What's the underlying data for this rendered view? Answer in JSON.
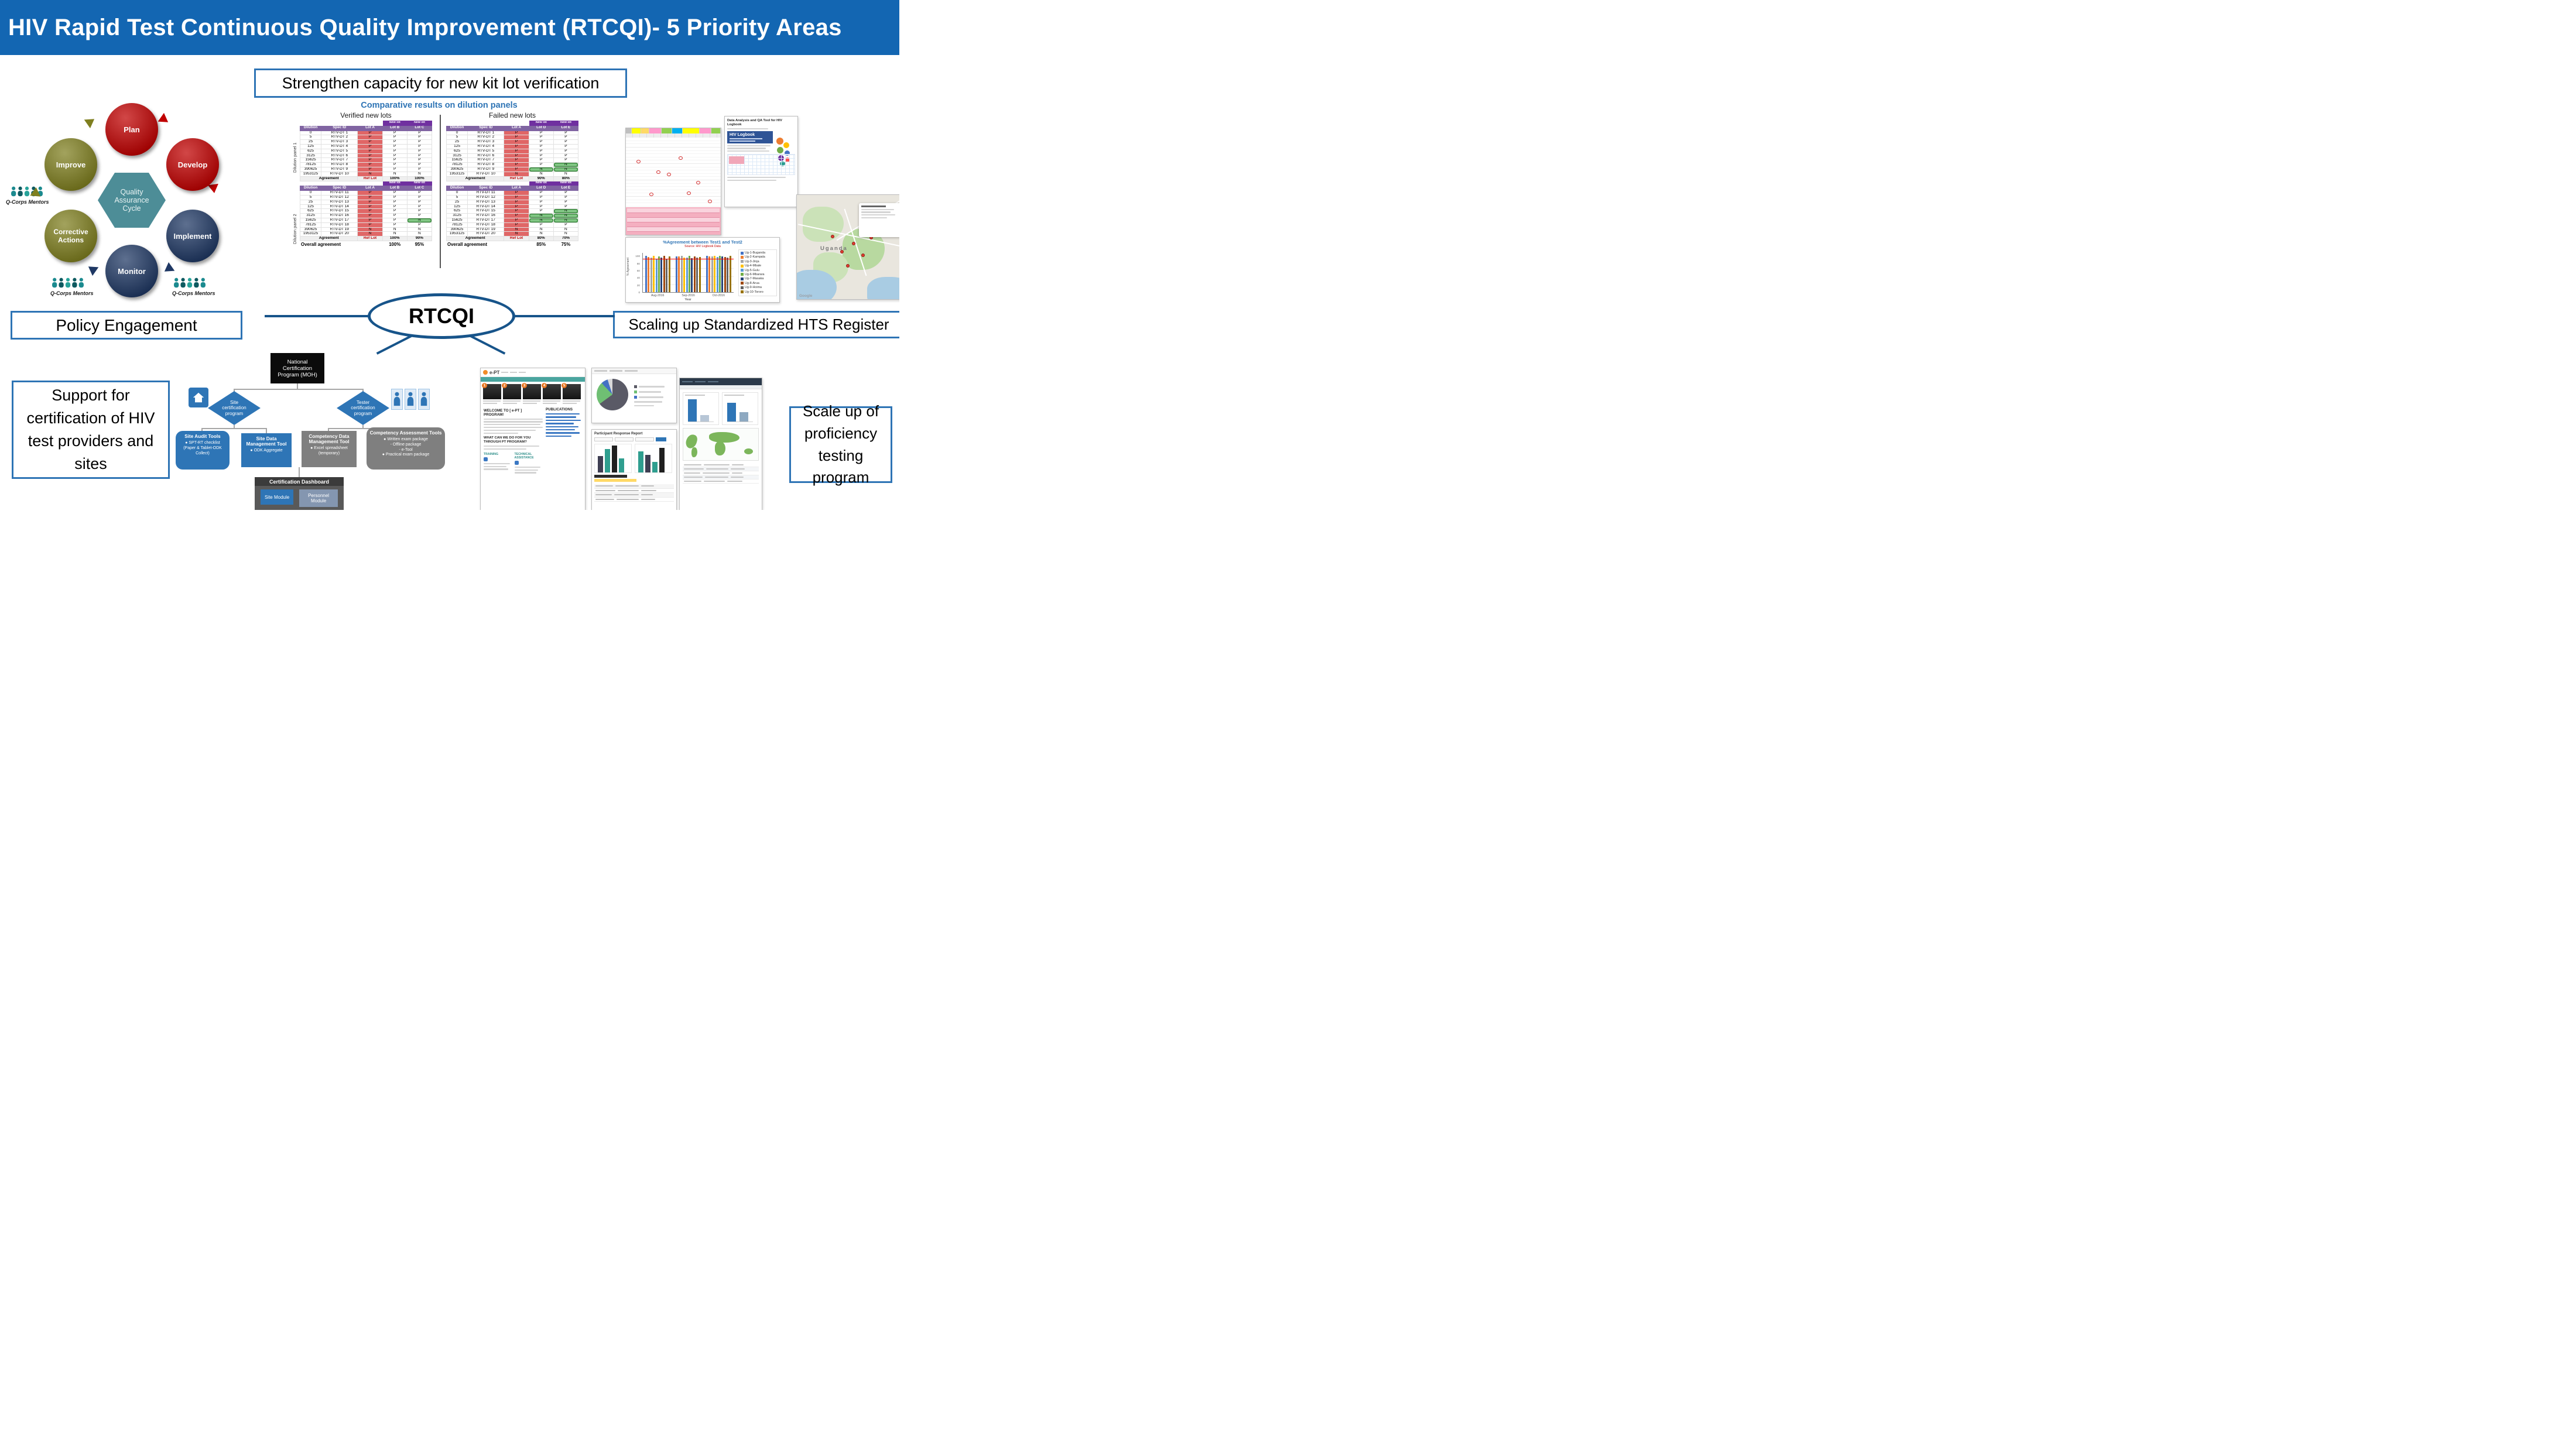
{
  "header": {
    "title": "HIV Rapid Test Continuous Quality Improvement (RTCQI)- 5 Priority Areas"
  },
  "colors": {
    "banner": "#1366B2",
    "box_border": "#2E74B5",
    "connector": "#17548A"
  },
  "center_label": "RTCQI",
  "priority_areas": {
    "kit_lot": "Strengthen capacity for new kit lot verification",
    "policy": "Policy Engagement",
    "hts_register": "Scaling up Standardized HTS Register",
    "certification": "Support for certification of HIV test providers and sites",
    "proficiency": "Scale up of proficiency testing program"
  },
  "qa_cycle": {
    "center_label": "Quality Assurance Cycle",
    "mentor_label": "Q-Corps Mentors",
    "stages": [
      {
        "label": "Plan",
        "color": "#C00000"
      },
      {
        "label": "Develop",
        "color": "#C00000"
      },
      {
        "label": "Implement",
        "color": "#1F3864"
      },
      {
        "label": "Monitor",
        "color": "#1F3864"
      },
      {
        "label": "Corrective Actions",
        "color": "#7F7F1F"
      },
      {
        "label": "Improve",
        "color": "#7F7F1F"
      }
    ]
  },
  "dilution": {
    "title": "Comparative results on dilution panels",
    "panel_labels": [
      "Dilution panel 1",
      "Dilution panel 2"
    ],
    "new_lot_tag": "New lot",
    "tables": [
      {
        "name": "Verified new lots",
        "columns": [
          "Dilution",
          "Spec ID",
          "Lot A",
          "Lot B",
          "Lot C"
        ],
        "panels": [
          {
            "rows": [
              [
                "0",
                "RTV-DT 1",
                "P",
                "P",
                "P"
              ],
              [
                "5",
                "RTV-DT 2",
                "P",
                "P",
                "P"
              ],
              [
                "25",
                "RTV-DT 3",
                "P",
                "P",
                "P"
              ],
              [
                "125",
                "RTV-DT 4",
                "P",
                "P",
                "P"
              ],
              [
                "625",
                "RTV-DT 5",
                "P",
                "P",
                "P"
              ],
              [
                "3125",
                "RTV-DT 6",
                "P",
                "P",
                "P"
              ],
              [
                "15625",
                "RTV-DT 7",
                "P",
                "P",
                "P"
              ],
              [
                "78125",
                "RTV-DT 8",
                "P",
                "P",
                "P"
              ],
              [
                "390625",
                "RTV-DT 9",
                "P",
                "P",
                "P"
              ],
              [
                "1953125",
                "RTV-DT 10",
                "N",
                "N",
                "N"
              ]
            ],
            "agreement": [
              "Agreement",
              "Ref Lot",
              "100%",
              "100%"
            ]
          },
          {
            "rows": [
              [
                "0",
                "RTV-DT 11",
                "P",
                "P",
                "P"
              ],
              [
                "5",
                "RTV-DT 12",
                "P",
                "P",
                "P"
              ],
              [
                "25",
                "RTV-DT 13",
                "P",
                "P",
                "P"
              ],
              [
                "125",
                "RTV-DT 14",
                "P",
                "P",
                "P"
              ],
              [
                "625",
                "RTV-DT 15",
                "P",
                "P",
                "P"
              ],
              [
                "3125",
                "RTV-DT 16",
                "P",
                "P",
                "P"
              ],
              [
                "15625",
                "RTV-DT 17",
                "P",
                "P",
                "N"
              ],
              [
                "78125",
                "RTV-DT 18",
                "P",
                "P",
                "P"
              ],
              [
                "390625",
                "RTV-DT 19",
                "N",
                "N",
                "N"
              ],
              [
                "1953125",
                "RTV-DT 20",
                "N",
                "N",
                "N"
              ]
            ],
            "agreement": [
              "Agreement",
              "Ref Lot",
              "100%",
              "90%"
            ]
          }
        ],
        "highlights": [
          [
            1,
            6,
            4
          ]
        ],
        "overall": [
          "Overall agreement",
          "100%",
          "95%"
        ]
      },
      {
        "name": "Failed new lots",
        "columns": [
          "Dilution",
          "Spec ID",
          "Lot A",
          "Lot D",
          "Lot E"
        ],
        "panels": [
          {
            "rows": [
              [
                "0",
                "RTV-DT 1",
                "P",
                "P",
                "P"
              ],
              [
                "5",
                "RTV-DT 2",
                "P",
                "P",
                "P"
              ],
              [
                "25",
                "RTV-DT 3",
                "P",
                "P",
                "P"
              ],
              [
                "125",
                "RTV-DT 4",
                "P",
                "P",
                "P"
              ],
              [
                "625",
                "RTV-DT 5",
                "P",
                "P",
                "P"
              ],
              [
                "3125",
                "RTV-DT 6",
                "P",
                "P",
                "P"
              ],
              [
                "15625",
                "RTV-DT 7",
                "P",
                "P",
                "P"
              ],
              [
                "78125",
                "RTV-DT 8",
                "P",
                "P",
                "N"
              ],
              [
                "390625",
                "RTV-DT 9",
                "P",
                "N",
                "N"
              ],
              [
                "1953125",
                "RTV-DT 10",
                "N",
                "N",
                "N"
              ]
            ],
            "agreement": [
              "Agreement",
              "Ref Lot",
              "90%",
              "80%"
            ]
          },
          {
            "rows": [
              [
                "0",
                "RTV-DT 11",
                "P",
                "P",
                "P"
              ],
              [
                "5",
                "RTV-DT 12",
                "P",
                "P",
                "P"
              ],
              [
                "25",
                "RTV-DT 13",
                "P",
                "P",
                "P"
              ],
              [
                "125",
                "RTV-DT 14",
                "P",
                "P",
                "P"
              ],
              [
                "625",
                "RTV-DT 15",
                "P",
                "P",
                "N"
              ],
              [
                "3125",
                "RTV-DT 16",
                "P",
                "N",
                "N"
              ],
              [
                "15625",
                "RTV-DT 17",
                "P",
                "N",
                "N"
              ],
              [
                "78125",
                "RTV-DT 18",
                "P",
                "P",
                "P"
              ],
              [
                "390625",
                "RTV-DT 19",
                "N",
                "N",
                "N"
              ],
              [
                "1953125",
                "RTV-DT 20",
                "N",
                "N",
                "N"
              ]
            ],
            "agreement": [
              "Agreement",
              "Ref Lot",
              "80%",
              "70%"
            ]
          }
        ],
        "highlights": [
          [
            0,
            7,
            4
          ],
          [
            0,
            8,
            3
          ],
          [
            0,
            8,
            4
          ],
          [
            1,
            4,
            4
          ],
          [
            1,
            5,
            3
          ],
          [
            1,
            5,
            4
          ],
          [
            1,
            6,
            3
          ],
          [
            1,
            6,
            4
          ]
        ],
        "overall": [
          "Overall agreement",
          "85%",
          "75%"
        ]
      }
    ]
  },
  "hts_panel": {
    "doc_title": "Data Analysis and QA Tool for HIV Logbook",
    "doc_banner": "HIV Logbook",
    "map_label": "Uganda",
    "map_watermark": "Google",
    "chart": {
      "type": "bar",
      "title": "%Agreement between Test1 and Test2",
      "subtitle": "Source: HIV Logbook Data",
      "xlabel": "Year",
      "ylabel": "% Agreement",
      "x": [
        "Aug-2016",
        "Sep-2016",
        "Oct-2016"
      ],
      "ylim": [
        0,
        110
      ],
      "yticks": [
        0,
        20,
        40,
        60,
        80,
        100
      ],
      "threshold": 90,
      "legend_position": "right",
      "series": [
        {
          "name": "Ug-1-Buganda",
          "color": "#4472C4",
          "values": [
            100,
            98,
            100
          ]
        },
        {
          "name": "Ug-2-Kampala",
          "color": "#ED7D31",
          "values": [
            97,
            99,
            98
          ]
        },
        {
          "name": "Ug-3-Jinja",
          "color": "#A5A5A5",
          "values": [
            95,
            100,
            99
          ]
        },
        {
          "name": "Ug-4-Mbale",
          "color": "#FFC000",
          "values": [
            100,
            96,
            100
          ]
        },
        {
          "name": "Ug-5-Gulu",
          "color": "#5B9BD5",
          "values": [
            92,
            95,
            97
          ]
        },
        {
          "name": "Ug-6-Mbarara",
          "color": "#70AD47",
          "values": [
            99,
            100,
            100
          ]
        },
        {
          "name": "Ug-7-Masaka",
          "color": "#264478",
          "values": [
            96,
            94,
            98
          ]
        },
        {
          "name": "Ug-8-Arua",
          "color": "#9E480E",
          "values": [
            100,
            99,
            97
          ]
        },
        {
          "name": "Ug-9-Hoima",
          "color": "#636363",
          "values": [
            93,
            96,
            95
          ]
        },
        {
          "name": "Ug-10-Tororo",
          "color": "#997300",
          "values": [
            98,
            97,
            100
          ]
        }
      ]
    }
  },
  "certification_flow": {
    "national": "National Certification Program (MOH)",
    "site_program": "Site certification program",
    "tester_program": "Tester certification program",
    "site_audit": {
      "title": "Site Audit Tools",
      "items": [
        "● SPT-RT checklist",
        "(Paper & Tablet-ODK Collect)"
      ]
    },
    "site_data": {
      "title": "Site Data Management Tool",
      "items": [
        "● ODK Aggregate"
      ]
    },
    "competency_data": {
      "title": "Competency Data Management Tool",
      "items": [
        "● Excel spreadsheet (temporary)"
      ]
    },
    "competency_tools": {
      "title": "Competency Assessment Tools",
      "items": [
        "● Written exam package",
        "- Offline package",
        "- e-Tool",
        "● Practical exam package"
      ]
    },
    "dashboard": {
      "title": "Certification Dashboard",
      "modules": [
        "Site Module",
        "Personnel Module"
      ]
    }
  },
  "pt_panel": {
    "brand": "e-PT",
    "welcome": "WELCOME TO [ e-PT ] PROGRAM!",
    "publications_heading": "PUBLICATIONS",
    "question": "WHAT CAN WE DO FOR YOU THROUGH PT PROGRAM?",
    "training_heading": "TRAINING",
    "technical_heading": "TECHNICAL ASSISTANCE",
    "steps": [
      "1",
      "2",
      "3",
      "4",
      "5"
    ],
    "report_title": "Participant Response Report",
    "pie_slices": [
      {
        "value": 65,
        "color": "#5A5A66"
      },
      {
        "value": 23,
        "color": "#6FBF73"
      },
      {
        "value": 7,
        "color": "#4472C4"
      },
      {
        "value": 5,
        "color": "#D9D9D9"
      }
    ]
  }
}
